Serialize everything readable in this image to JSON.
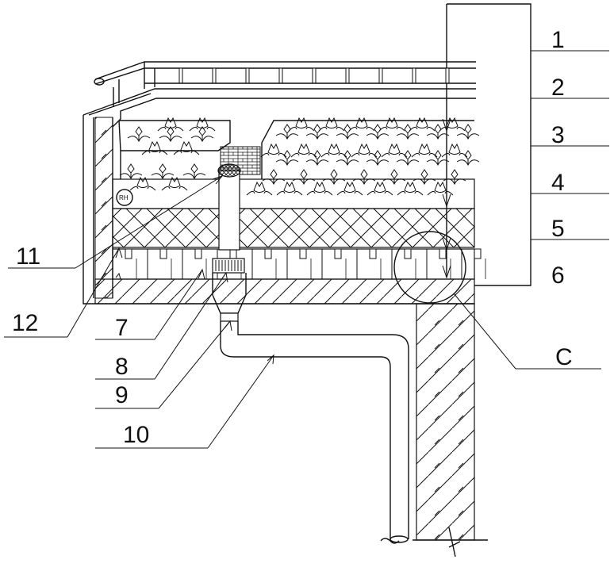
{
  "labels": {
    "l1": "1",
    "l2": "2",
    "l3": "3",
    "l4": "4",
    "l5": "5",
    "l6": "6",
    "l7": "7",
    "l8": "8",
    "l9": "9",
    "l10": "10",
    "l11": "11",
    "l12": "12",
    "lc": "C"
  },
  "sensor_text": "RH"
}
